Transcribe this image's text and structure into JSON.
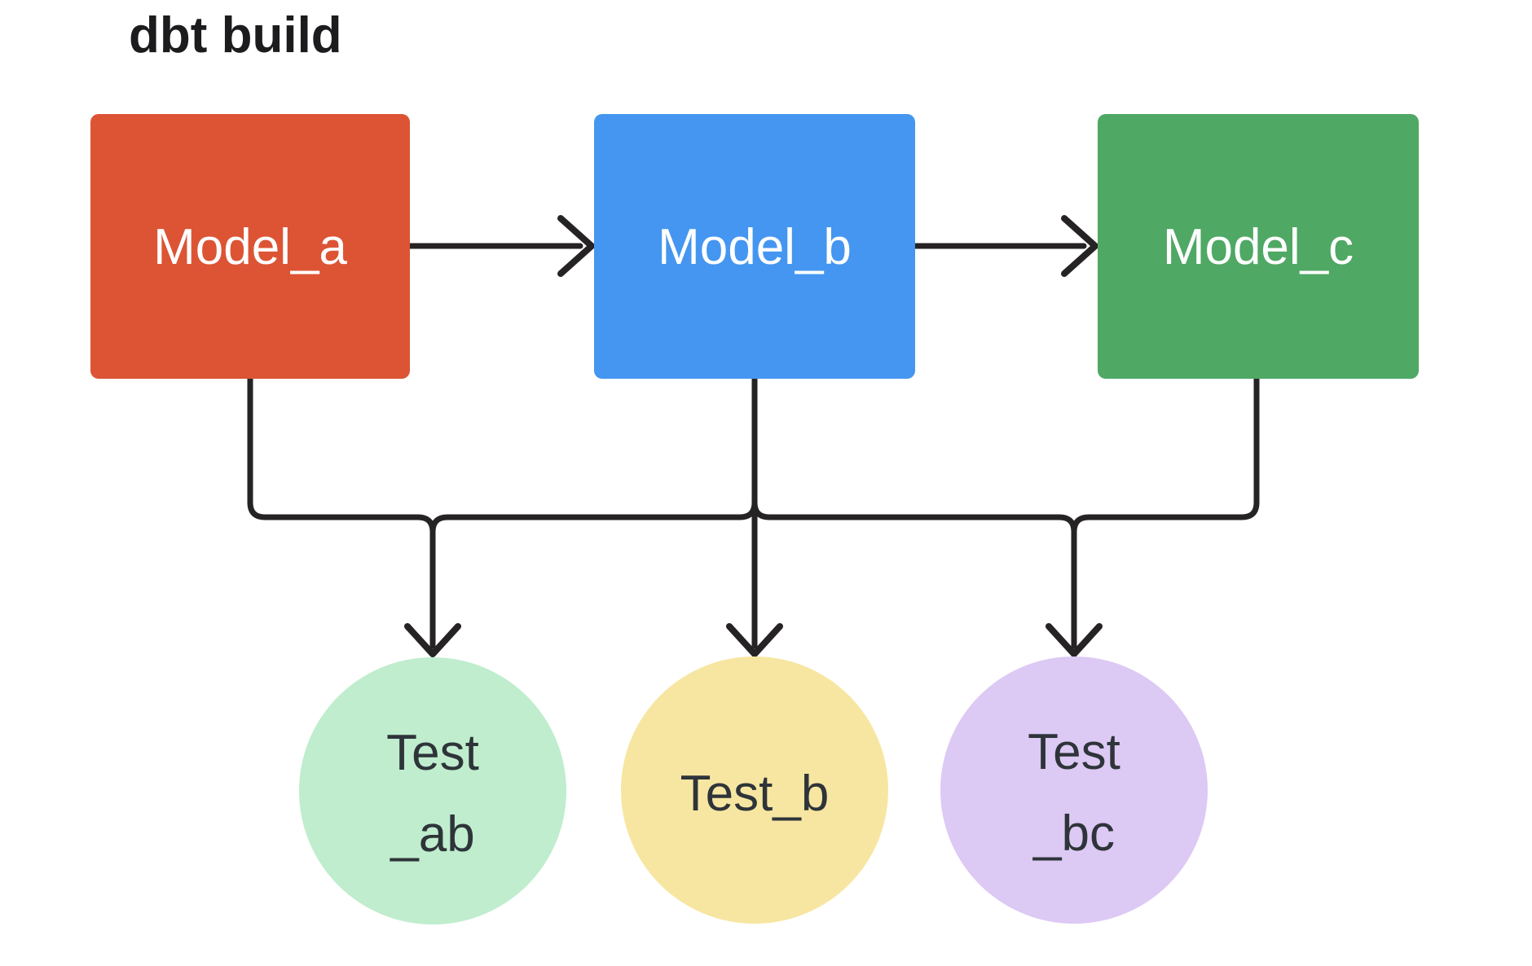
{
  "title": "dbt build",
  "colors": {
    "background": "#ffffff",
    "edge": "#262324",
    "title_text": "#1c1c1e",
    "model_label": "#ffffff",
    "test_label": "#2e3439"
  },
  "nodes": {
    "model_a": {
      "label": "Model_a",
      "color": "#dc5434",
      "shape": "rect"
    },
    "model_b": {
      "label": "Model_b",
      "color": "#4496f0",
      "shape": "rect"
    },
    "model_c": {
      "label": "Model_c",
      "color": "#4fa864",
      "shape": "rect"
    },
    "test_ab": {
      "label_line1": "Test",
      "label_line2": "_ab",
      "color": "#bfedcd",
      "shape": "circle"
    },
    "test_b": {
      "label": "Test_b",
      "color": "#f7e6a1",
      "shape": "circle"
    },
    "test_bc": {
      "label_line1": "Test",
      "label_line2": "_bc",
      "color": "#dcc9f4",
      "shape": "circle"
    }
  },
  "edges": [
    {
      "from": "Model_a",
      "to": "Model_b"
    },
    {
      "from": "Model_b",
      "to": "Model_c"
    },
    {
      "from": "Model_a",
      "to": "Test_ab"
    },
    {
      "from": "Model_b",
      "to": "Test_ab"
    },
    {
      "from": "Model_b",
      "to": "Test_b"
    },
    {
      "from": "Model_b",
      "to": "Test_bc"
    },
    {
      "from": "Model_c",
      "to": "Test_bc"
    }
  ]
}
